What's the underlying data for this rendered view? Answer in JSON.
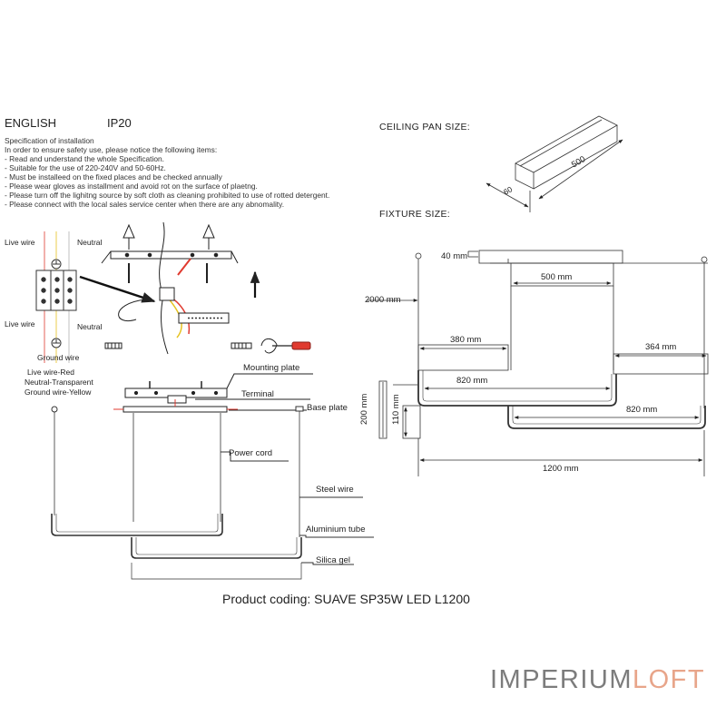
{
  "header": {
    "language": "ENGLISH",
    "rating": "IP20"
  },
  "spec": {
    "title": "Specification of installation",
    "lines": [
      "In order to ensure safety use, please notice the following items:",
      "- Read and understand the whole Specification.",
      "- Suitable for the use of 220-240V and 50-60Hz.",
      "- Must be installeed on the fixed places and be checked annually",
      "- Please wear gloves as installment and avoid rot on the surface of plaetng.",
      "- Please turn off the lighitng source by soft cloth as cleaning prohibited to use of rotted detergent.",
      "- Please connect with the local sales service center when there are any abnomality."
    ]
  },
  "wiring": {
    "live_top": "Live wire",
    "neutral_top": "Neutral",
    "live_bottom": "Live wire",
    "neutral_bottom": "Neutral",
    "ground": "Ground wire",
    "legend": [
      "Live wire-Red",
      "Neutral-Transparent",
      "Ground wire-Yellow"
    ]
  },
  "parts": {
    "mounting_plate": "Mounting plate",
    "terminal": "Terminal",
    "base_plate": "Base plate",
    "power_cord": "Power cord",
    "steel_wire": "Steel wire",
    "aluminium_tube": "Aluminium tube",
    "silica_gel": "Silica gel"
  },
  "ceiling_pan": {
    "title": "CEILING PAN  SIZE:",
    "length": "500",
    "width": "60"
  },
  "fixture": {
    "title": "FIXTURE SIZE:",
    "dims": {
      "d40": "40 mm",
      "d500": "500 mm",
      "d2000": "2000 mm",
      "d380": "380 mm",
      "d364": "364 mm",
      "d820a": "820 mm",
      "d820b": "820 mm",
      "d200": "200 mm",
      "d110": "110 mm",
      "d1200": "1200 mm"
    }
  },
  "product": {
    "coding": "Product coding: SUAVE SP35W LED L1200"
  },
  "brand": {
    "part1": "IMPERIUM",
    "part2": "LOFT"
  },
  "colors": {
    "live": "#e03a2f",
    "ground": "#e6c21f",
    "brand_gray": "#7c7c7c",
    "brand_orange": "#e8a58a"
  }
}
